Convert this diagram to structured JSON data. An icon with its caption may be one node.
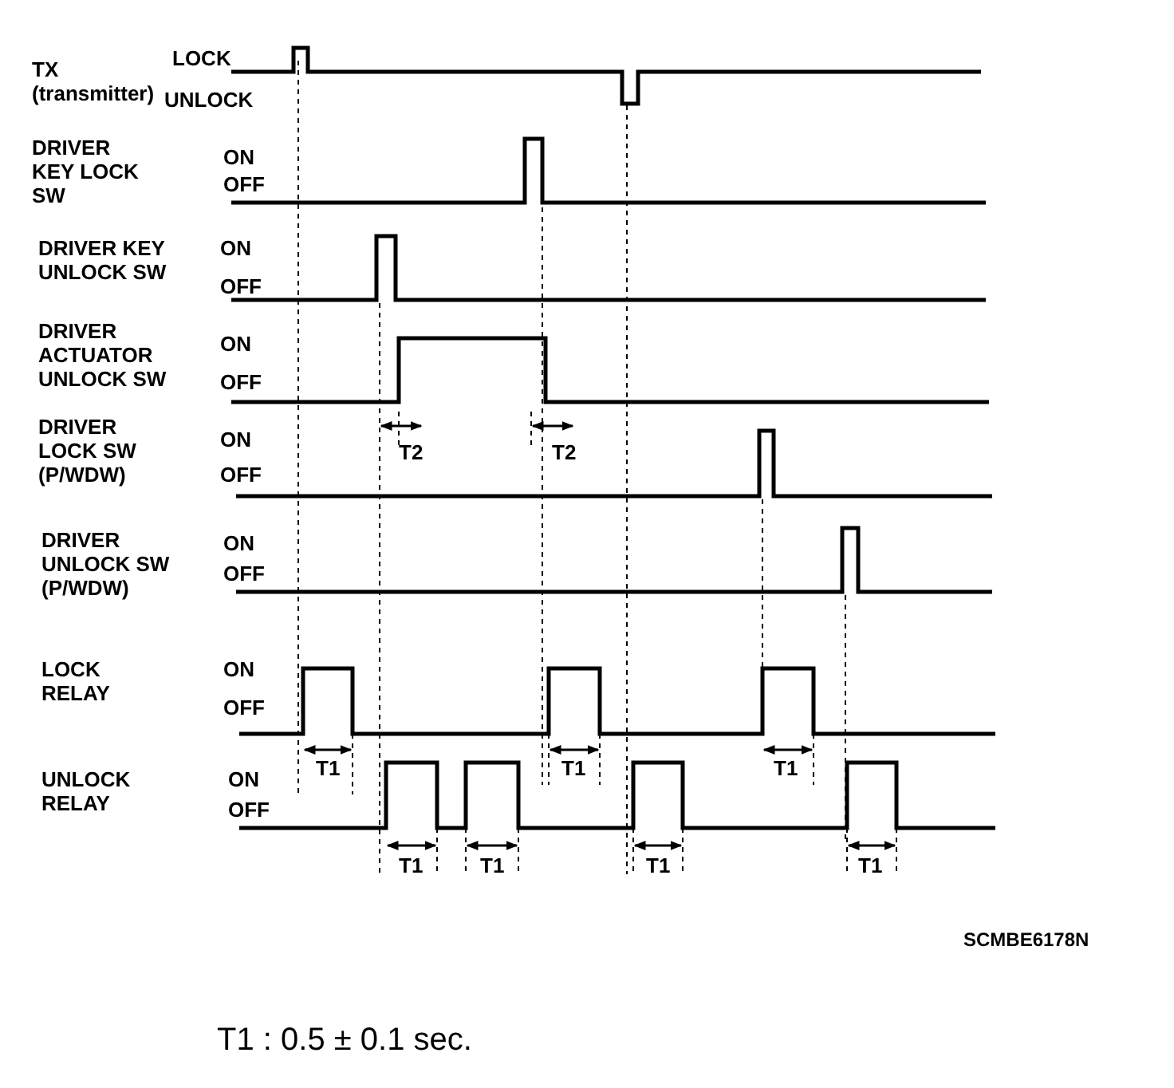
{
  "diagram": {
    "labels": [
      "TX (transmitter)",
      "LOCK",
      "UNLOCK",
      "DRIVER KEY LOCK SW",
      "ON",
      "OFF",
      "DRIVER KEY UNLOCK SW",
      "ON",
      "OFF",
      "DRIVER ACTUATOR UNLOCK SW",
      "ON",
      "OFF",
      "T2",
      "T2",
      "DRIVER LOCK SW (P/WDW)",
      "ON",
      "OFF",
      "DRIVER UNLOCK SW (P/WDW)",
      "ON",
      "OFF",
      "LOCK RELAY",
      "ON",
      "OFF",
      "T1",
      "T1",
      "T1",
      "UNLOCK RELAY",
      "ON",
      "OFF",
      "T1",
      "T1",
      "T1",
      "T1",
      "SCMBE6178N",
      "T1 : 0.5 ± 0.1 sec."
    ]
  }
}
